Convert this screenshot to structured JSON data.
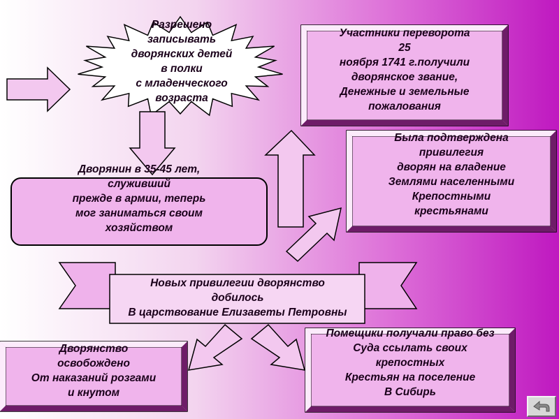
{
  "burst": {
    "text": "Разрешено\nзаписывать\nдворянских детей\nв полки\nс младенческого\nвозраста"
  },
  "boxes": {
    "participants": "Участники переворота\n25\nноября 1741 г.получили\nдворянское звание,\nДенежные и земельные\nпожалования",
    "confirmed_privilege": "Была подтверждена\nпривилегия\nдворян на владение\nЗемлями населенными\nКрепостными\nкрестьянами",
    "nobleman": "Дворянин в 35-45 лет,\nслуживший\nпрежде в армии, теперь\nмог заниматься своим\nхозяйством",
    "banner": "Новых привилегии дворянство\nдобилось\nВ царствование Елизаветы Петровны",
    "freed": "Дворянство\nосвобождено\nОт наказаний розгами\nи кнутом",
    "landowners": "Помещики получали право без\nСуда ссылать своих\nкрепостных\nКрестьян на поселение\nВ Сибирь"
  },
  "colors": {
    "box_fill": "#f0b4ec",
    "box_bevel_light": "#fcebfb",
    "box_bevel_dark": "#6e1c68",
    "outline": "#000000",
    "arrow_fill": "#f3c8ef"
  },
  "icons": {
    "nav": "return-arrow-icon"
  }
}
